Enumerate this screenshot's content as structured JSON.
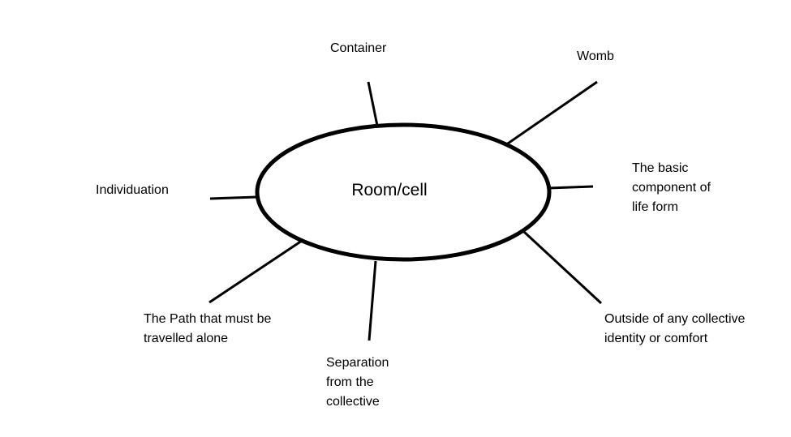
{
  "center": {
    "label": "Room/cell"
  },
  "nodes": {
    "container": {
      "lines": [
        "Container"
      ]
    },
    "womb": {
      "lines": [
        "Womb"
      ]
    },
    "basic_component": {
      "lines": [
        "The basic",
        "component of",
        "life form"
      ]
    },
    "individuation": {
      "lines": [
        "Individuation"
      ]
    },
    "outside_collective": {
      "lines": [
        "Outside of any collective",
        "identity or comfort"
      ]
    },
    "path_alone": {
      "lines": [
        "The Path that must be",
        "travelled alone"
      ]
    },
    "separation": {
      "lines": [
        "Separation",
        "from the",
        "collective"
      ]
    }
  },
  "colors": {
    "stroke": "#000000",
    "background": "#ffffff"
  }
}
